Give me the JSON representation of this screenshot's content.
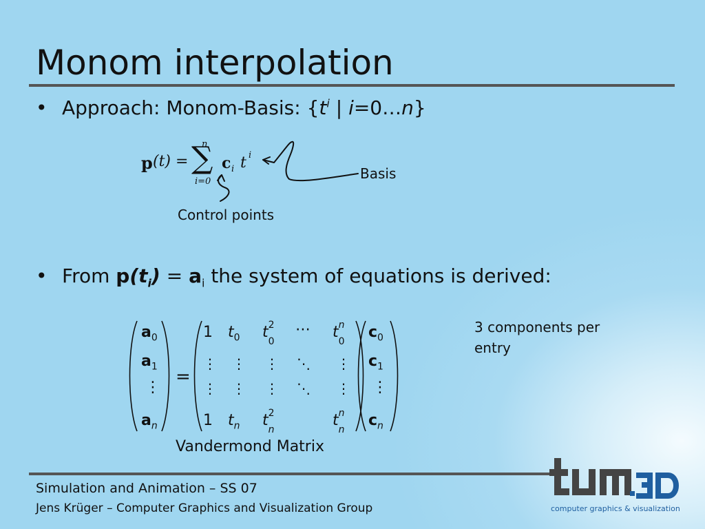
{
  "slide": {
    "title": "Monom interpolation",
    "bullet1": {
      "text_pre": "Approach: Monom-Basis:  {",
      "t": "t",
      "sup_i": "i",
      "sep": " | ",
      "i": "i",
      "range_mid": "=0…",
      "n": "n",
      "close": "}"
    },
    "formula": {
      "p": "p",
      "t_arg": "(t) =",
      "sum_top": "n",
      "sum_bottom": "i=0",
      "c": "c",
      "c_sub": "i",
      "t": "t",
      "t_sup": "i"
    },
    "annotations": {
      "basis": "Basis",
      "control_points": "Control points",
      "components": "3 components per entry",
      "vandermond": "Vandermond Matrix"
    },
    "bullet2": {
      "from": "From ",
      "p": "p",
      "paren_open": "(t",
      "sub_i": "i",
      "paren_close": ")",
      "eq": " = ",
      "a": "a",
      "a_sub": "i",
      "rest": " the system of equations is derived:"
    },
    "matrix": {
      "lhs": [
        "a0",
        "a1",
        "⋮",
        "an"
      ],
      "equals": "=",
      "row1": [
        "1",
        "t0",
        "t0²",
        "⋯",
        "t0ⁿ"
      ],
      "rowN": [
        "1",
        "tn",
        "tn²",
        "",
        "tnⁿ"
      ],
      "rhs": [
        "c0",
        "c1",
        "⋮",
        "cn"
      ],
      "vdots": "⋮",
      "ddots": "⋱"
    }
  },
  "footer": {
    "line1": "Simulation and Animation – SS 07",
    "line2": "Jens Krüger – Computer Graphics and Visualization Group"
  },
  "logo": {
    "text": "computer graphics & visualization",
    "mark_color": "#444444",
    "accent_color": "#1f5fa0"
  }
}
